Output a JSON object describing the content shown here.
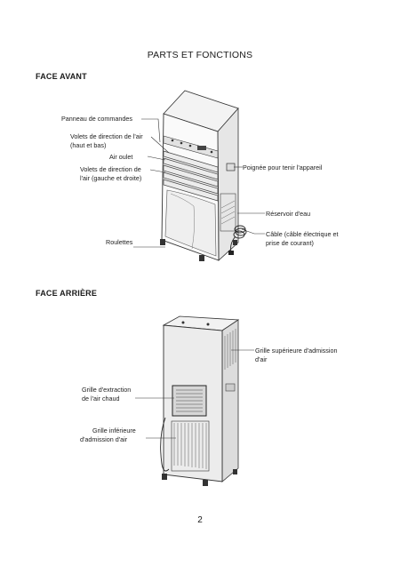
{
  "page": {
    "title": "PARTS ET FONCTIONS",
    "page_number": "2"
  },
  "front": {
    "heading": "FACE AVANT",
    "labels": {
      "control_panel": "Panneau de commandes",
      "vertical_louvers_1": "Volets de direction de l'air",
      "vertical_louvers_2": "(haut et bas)",
      "air_outlet": "Air oulet",
      "horizontal_louvers_1": "Volets de direction de",
      "horizontal_louvers_2": "l'air (gauche et droite)",
      "handle": "Poignée pour tenir l'appareil",
      "water_tank": "Réservoir d'eau",
      "power_cord_1": "Câble (câble électrique et",
      "power_cord_2": "prise de courant)",
      "casters": "Roulettes"
    }
  },
  "back": {
    "heading": "FACE ARRIÈRE",
    "labels": {
      "upper_intake_1": "Grille supérieure d'admission",
      "upper_intake_2": "d'air",
      "hot_air_exhaust_1": "Grille d'extraction",
      "hot_air_exhaust_2": "de l'air chaud",
      "lower_intake_1": "Grille inférieure",
      "lower_intake_2": "d'admission d'air"
    }
  }
}
